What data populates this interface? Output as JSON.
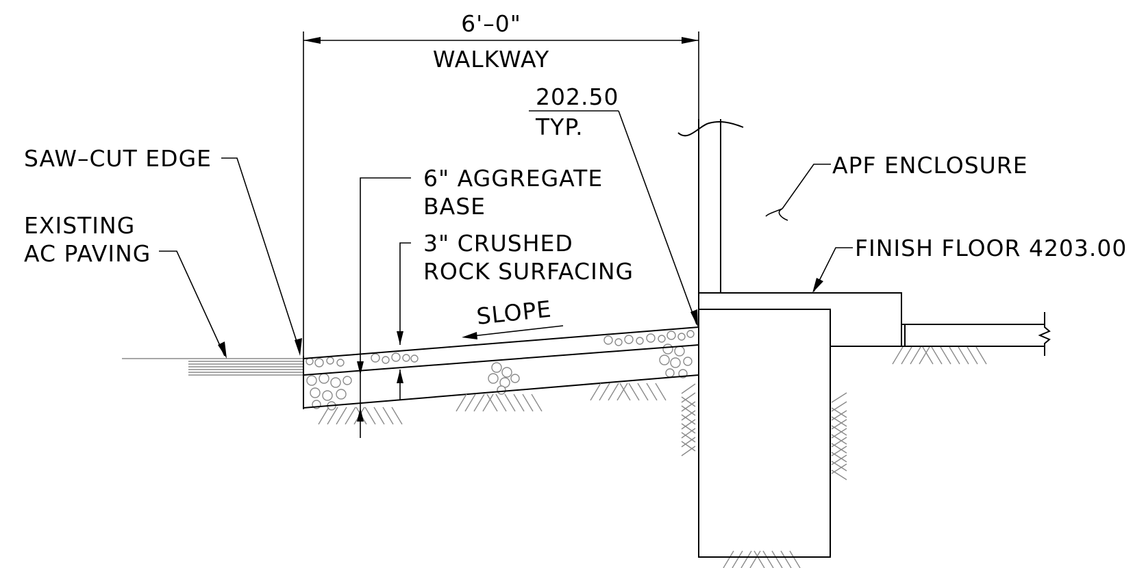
{
  "dimension": {
    "width_text": "6'–0\"",
    "walkway_label": "WALKWAY"
  },
  "callouts": {
    "elevation_value": "202.50",
    "elevation_note": "TYP.",
    "saw_cut": "SAW–CUT EDGE",
    "existing_line1": "EXISTING",
    "existing_line2": "AC PAVING",
    "aggregate_line1": "6\" AGGREGATE",
    "aggregate_line2": "BASE",
    "crushed_line1": "3\" CRUSHED",
    "crushed_line2": "ROCK SURFACING",
    "slope": "SLOPE",
    "apf": "APF ENCLOSURE",
    "finish_floor": "FINISH FLOOR 4203.00"
  },
  "colors": {
    "linework": "#000000",
    "hatching": "#8a8a8a",
    "background": "#ffffff"
  }
}
